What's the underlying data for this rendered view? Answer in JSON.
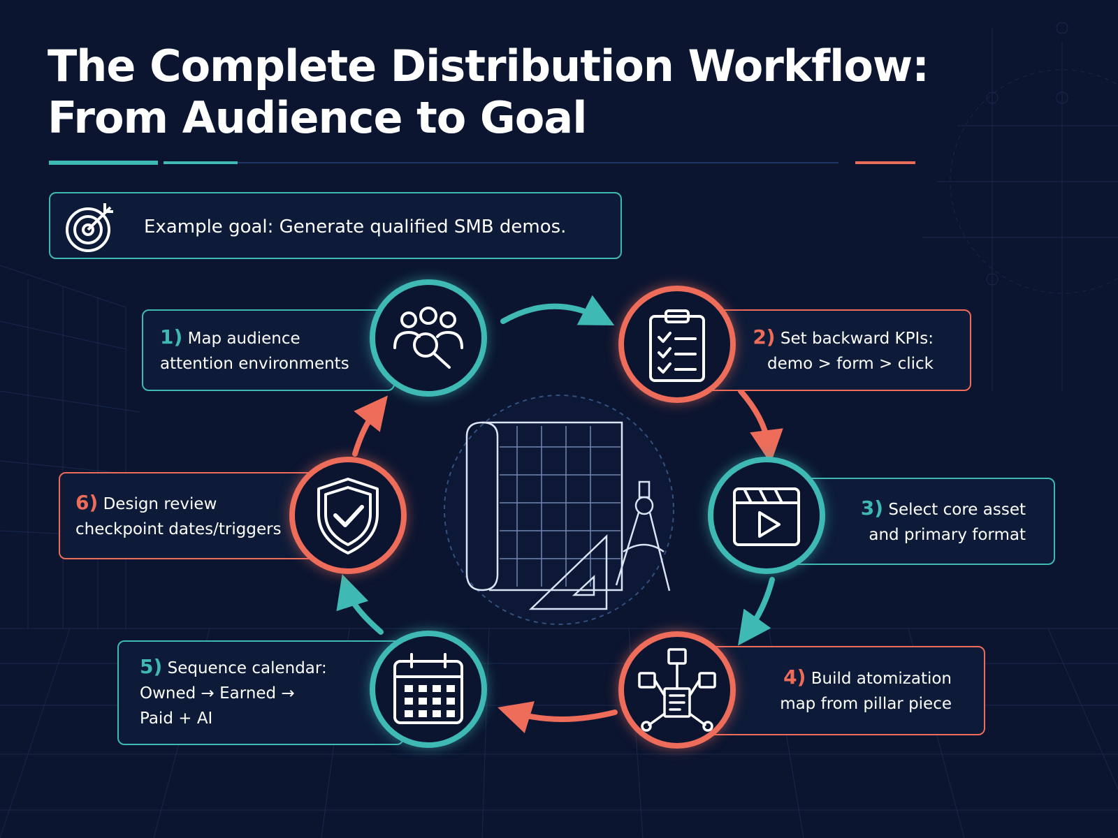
{
  "title": {
    "line1": "The Complete Distribution Workflow:",
    "line2": "From Audience to Goal"
  },
  "goal": {
    "text": "Example goal: Generate qualified SMB demos.",
    "icon": "target-arrow-icon"
  },
  "steps": [
    {
      "number": "1)",
      "lines": [
        "Map audience",
        "attention environments"
      ],
      "icon": "audience-search-icon",
      "color": "#3fb9b3"
    },
    {
      "number": "2)",
      "lines": [
        "Set backward KPIs:",
        "demo > form > click"
      ],
      "icon": "clipboard-checklist-icon",
      "color": "#ee6c5a"
    },
    {
      "number": "3)",
      "lines": [
        "Select core asset",
        "and primary format"
      ],
      "icon": "video-player-icon",
      "color": "#3fb9b3"
    },
    {
      "number": "4)",
      "lines": [
        "Build atomization",
        "map from pillar piece"
      ],
      "icon": "atomization-map-icon",
      "color": "#ee6c5a"
    },
    {
      "number": "5)",
      "lines": [
        "Sequence calendar:",
        "Owned → Earned →",
        "Paid + AI"
      ],
      "icon": "calendar-icon",
      "color": "#3fb9b3"
    },
    {
      "number": "6)",
      "lines": [
        "Design review",
        "checkpoint dates/triggers"
      ],
      "icon": "shield-check-icon",
      "color": "#ee6c5a"
    }
  ],
  "center_icon": "blueprint-tools-icon",
  "colors": {
    "background": "#0b1530",
    "teal": "#3fb9b3",
    "coral": "#ee6c5a",
    "text": "#ffffff"
  }
}
